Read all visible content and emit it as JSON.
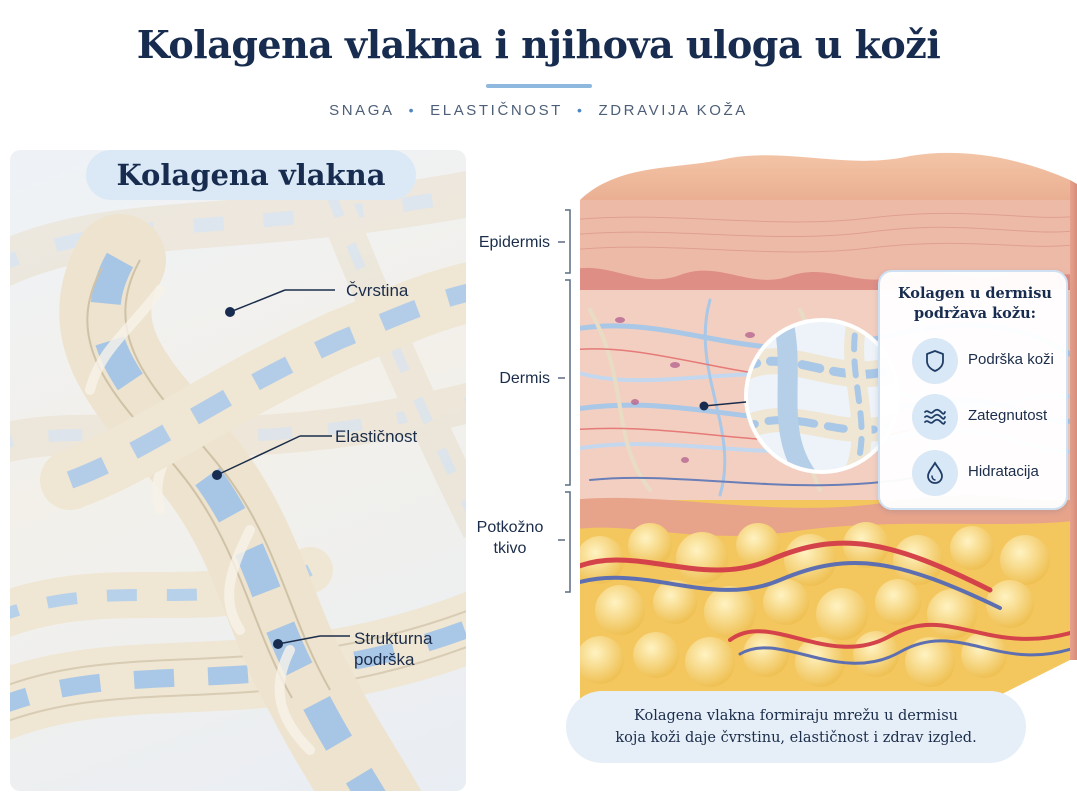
{
  "header": {
    "title": "Kolagena vlakna i njihova uloga u koži",
    "subtitle_words": [
      "SNAGA",
      "ELASTIČNOST",
      "ZDRAVIJA KOŽA"
    ],
    "separator": "•"
  },
  "left_panel": {
    "title": "Kolagena vlakna",
    "labels": {
      "firmness": "Čvrstina",
      "elasticity": "Elastičnost",
      "support_line1": "Strukturna",
      "support_line2": "podrška"
    }
  },
  "skin_diagram": {
    "layers": {
      "epidermis": "Epidermis",
      "dermis": "Dermis",
      "subcutis_line1": "Potkožno",
      "subcutis_line2": "tkivo"
    },
    "info_card": {
      "title_line1": "Kolagen u dermisu",
      "title_line2": "podržava kožu:",
      "items": [
        {
          "label": "Podrška koži",
          "icon": "shield-icon"
        },
        {
          "label": "Zategnutost",
          "icon": "waves-icon"
        },
        {
          "label": "Hidratacija",
          "icon": "water-drop-icon"
        }
      ]
    },
    "caption_line1": "Kolagena vlakna formiraju mrežu u dermisu",
    "caption_line2": "koja koži daje čvrstinu, elastičnost i zdrav izgled."
  },
  "colors": {
    "navy": "#172c4f",
    "accent_blue": "#8fb8de",
    "fiber_cream": "#efe6d3",
    "fiber_blue": "#a9c7e6",
    "epidermis": "#eeb7a5",
    "dermis": "#f4c9b9",
    "fat": "#f7d370"
  }
}
